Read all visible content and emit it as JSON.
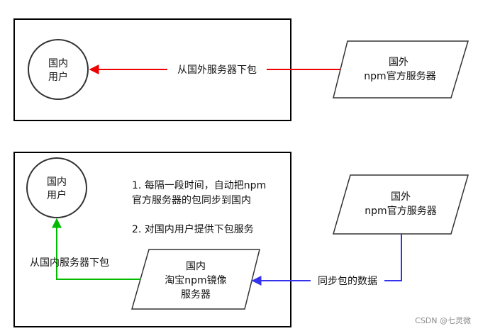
{
  "top_diagram": {
    "user_node": {
      "line1": "国内",
      "line2": "用户"
    },
    "foreign_server": {
      "line1": "国外",
      "line2": "npm官方服务器"
    },
    "download_edge_label": "从国外服务器下包",
    "edge_color": "#ee0000"
  },
  "bottom_diagram": {
    "user_node": {
      "line1": "国内",
      "line2": "用户"
    },
    "foreign_server": {
      "line1": "国外",
      "line2": "npm官方服务器"
    },
    "mirror_server": {
      "line1": "国内",
      "line2": "淘宝npm镜像",
      "line3": "服务器"
    },
    "notes": {
      "line1": "1. 每隔一段时间，自动把npm",
      "line2": "官方服务器的包同步到国内",
      "line3": "2. 对国内用户提供下包服务"
    },
    "sync_edge_label": "同步包的数据",
    "download_edge_label": "从国内服务器下包",
    "sync_edge_color": "#3333ee",
    "download_edge_color": "#00bb00"
  },
  "watermark": "CSDN @七灵微"
}
